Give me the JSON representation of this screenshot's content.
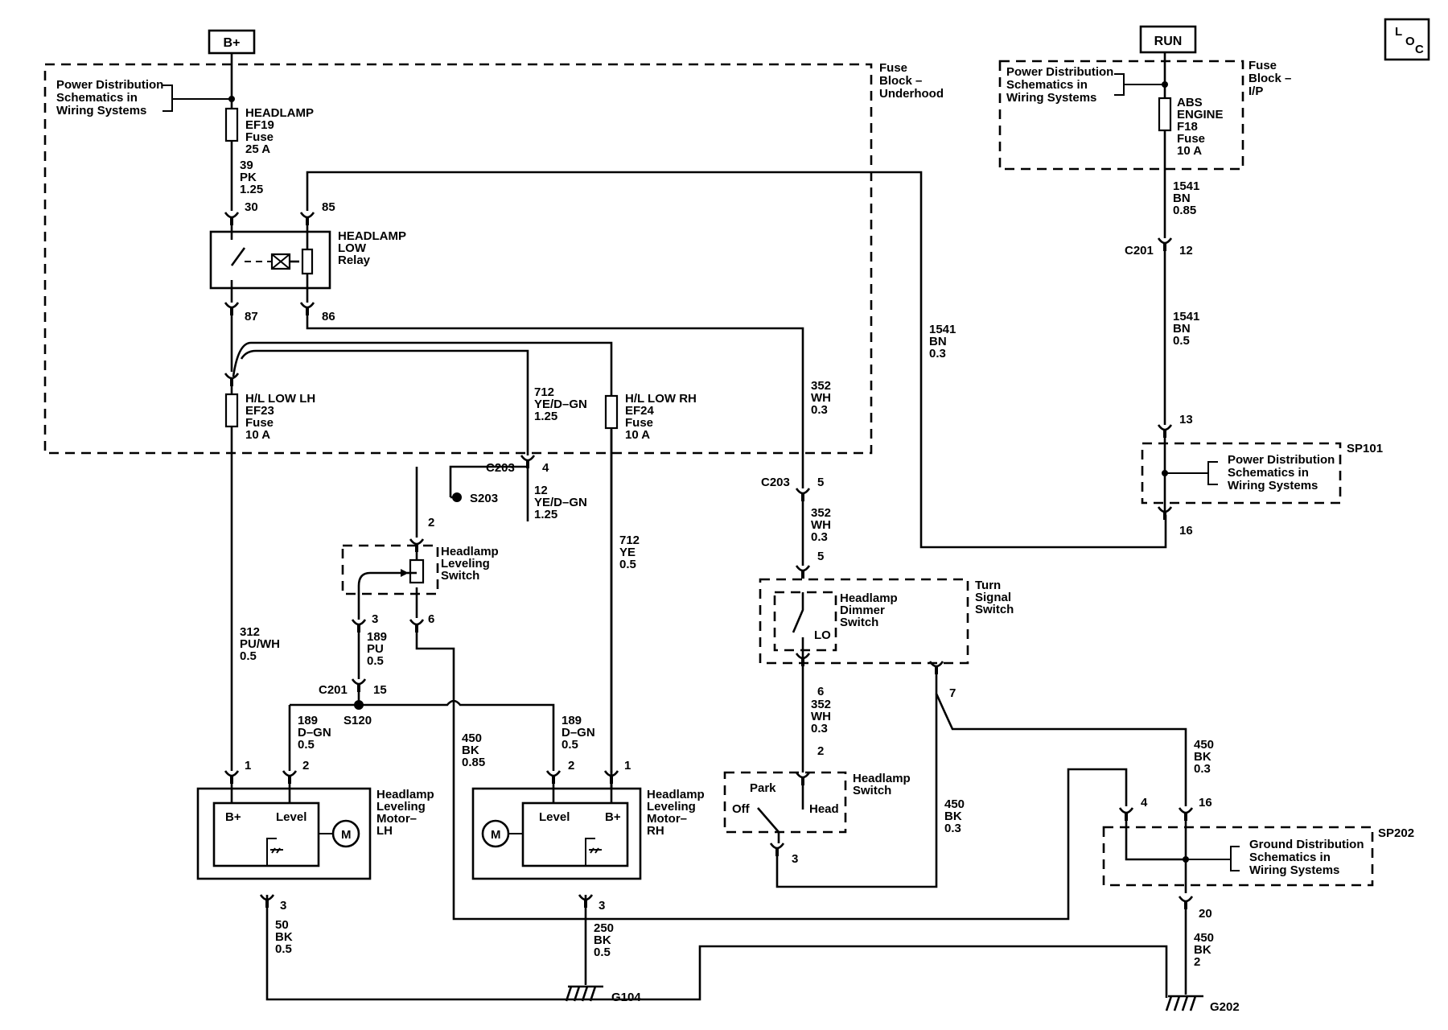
{
  "power": {
    "bplus": "B+",
    "run": "RUN",
    "loc": [
      "L",
      "O",
      "C"
    ]
  },
  "blocks": {
    "underhood": [
      "Fuse",
      "Block –",
      "Underhood"
    ],
    "ip": [
      "Fuse",
      "Block –",
      "I/P"
    ]
  },
  "refs": {
    "pd_underhood": [
      "Power Distribution",
      "Schematics in",
      "Wiring Systems"
    ],
    "pd_ip": [
      "Power Distribution",
      "Schematics in",
      "Wiring Systems"
    ],
    "pd_sp101": [
      "Power Distribution",
      "Schematics in",
      "Wiring Systems"
    ],
    "gd_sp202": [
      "Ground Distribution",
      "Schematics in",
      "Wiring Systems"
    ]
  },
  "fuses": {
    "ef19": [
      "HEADLAMP",
      "EF19",
      "Fuse",
      "25 A"
    ],
    "ef23": [
      "H/L LOW LH",
      "EF23",
      "Fuse",
      "10 A"
    ],
    "ef24": [
      "H/L LOW RH",
      "EF24",
      "Fuse",
      "10 A"
    ],
    "f18": [
      "ABS",
      "ENGINE",
      "F18",
      "Fuse",
      "10 A"
    ]
  },
  "relay": {
    "label": [
      "HEADLAMP",
      "LOW",
      "Relay"
    ],
    "pins": [
      "30",
      "85",
      "87",
      "86"
    ]
  },
  "wires": {
    "w39": [
      "39",
      "PK",
      "1.25"
    ],
    "w712a": [
      "712",
      "YE/D–GN",
      "1.25"
    ],
    "w712b": [
      "712",
      "YE",
      "0.5"
    ],
    "w12": [
      "12",
      "YE/D–GN",
      "1.25"
    ],
    "w312": [
      "312",
      "PU/WH",
      "0.5"
    ],
    "w189pu": [
      "189",
      "PU",
      "0.5"
    ],
    "w189lh": [
      "189",
      "D–GN",
      "0.5"
    ],
    "w189rh": [
      "189",
      "D–GN",
      "0.5"
    ],
    "w450a": [
      "450",
      "BK",
      "0.85"
    ],
    "w50": [
      "50",
      "BK",
      "0.5"
    ],
    "w250": [
      "250",
      "BK",
      "0.5"
    ],
    "w352a": [
      "352",
      "WH",
      "0.3"
    ],
    "w352b": [
      "352",
      "WH",
      "0.3"
    ],
    "w352c": [
      "352",
      "WH",
      "0.3"
    ],
    "w1541a": [
      "1541",
      "BN",
      "0.85"
    ],
    "w1541b": [
      "1541",
      "BN",
      "0.5"
    ],
    "w1541c": [
      "1541",
      "BN",
      "0.3"
    ],
    "w450b": [
      "450",
      "BK",
      "0.3"
    ],
    "w450c": [
      "450",
      "BK",
      "0.3"
    ],
    "w450d": [
      "450",
      "BK",
      "2"
    ]
  },
  "connectors": {
    "c203": "C203",
    "c203b": "C203",
    "c201": "C201",
    "c201b": "C201",
    "s203": "S203",
    "s120": "S120",
    "sp101": "SP101",
    "sp202": "SP202",
    "g104": "G104",
    "g202": "G202"
  },
  "pins": {
    "c203_4": "4",
    "c203_5": "5",
    "c201_15": "15",
    "c201_12": "12",
    "sw_2": "2",
    "sw_3": "3",
    "sw_6": "6",
    "mlh_1": "1",
    "mlh_2": "2",
    "mlh_3": "3",
    "mrh_2": "2",
    "mrh_1": "1",
    "mrh_3": "3",
    "ts_5": "5",
    "ts_6": "6",
    "ts_7": "7",
    "hs_2": "2",
    "hs_3": "3",
    "sp101_13": "13",
    "sp101_16": "16",
    "sp202_4": "4",
    "sp202_16": "16",
    "sp202_20": "20"
  },
  "components": {
    "leveling_switch": [
      "Headlamp",
      "Leveling",
      "Switch"
    ],
    "motor_lh": [
      "Headlamp",
      "Leveling",
      "Motor–",
      "LH"
    ],
    "motor_rh": [
      "Headlamp",
      "Leveling",
      "Motor–",
      "RH"
    ],
    "motor_bplus": "B+",
    "motor_level": "Level",
    "motor_m": "M",
    "turn_signal": [
      "Turn",
      "Signal",
      "Switch"
    ],
    "dimmer": [
      "Headlamp",
      "Dimmer",
      "Switch"
    ],
    "dimmer_lo": "LO",
    "headlamp_switch": [
      "Headlamp",
      "Switch"
    ],
    "hs_park": "Park",
    "hs_off": "Off",
    "hs_head": "Head"
  }
}
